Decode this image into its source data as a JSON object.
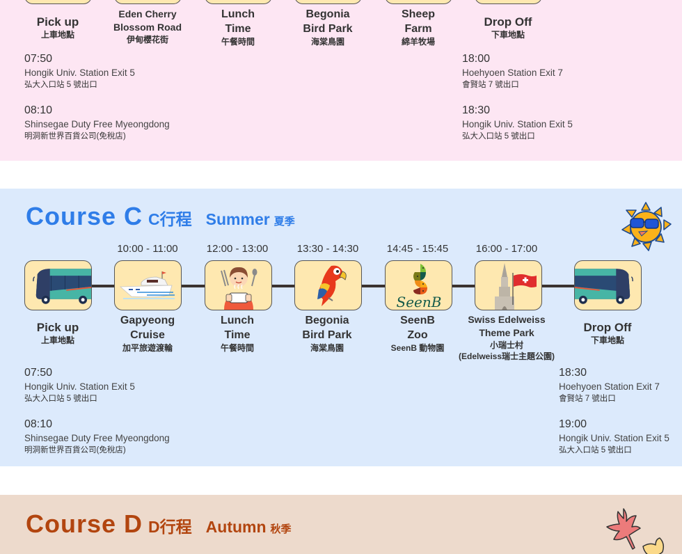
{
  "course_b": {
    "stops": [
      {
        "en": "Pick up",
        "zh": "上車地點"
      },
      {
        "en1": "Eden Cherry",
        "en2": "Blossom Road",
        "zh": "伊甸櫻花街"
      },
      {
        "en1": "Lunch",
        "en2": "Time",
        "zh": "午餐時間"
      },
      {
        "en1": "Begonia",
        "en2": "Bird Park",
        "zh": "海棠鳥園"
      },
      {
        "en1": "Sheep",
        "en2": "Farm",
        "zh": "綿羊牧場"
      },
      {
        "en": "Drop Off",
        "zh": "下車地點"
      }
    ],
    "pickup_points": [
      {
        "time": "07:50",
        "en": "Hongik Univ. Station Exit 5",
        "zh": "弘大入口站 5 號出口"
      },
      {
        "time": "08:10",
        "en": "Shinsegae Duty Free Myeongdong",
        "zh": "明洞新世界百貨公司(免稅店)"
      }
    ],
    "dropoff_points": [
      {
        "time": "18:00",
        "en": "Hoehyoen Station Exit 7",
        "zh": "會賢站 7 號出口"
      },
      {
        "time": "18:30",
        "en": "Hongik Univ. Station Exit 5",
        "zh": "弘大入口站 5 號出口"
      }
    ]
  },
  "course_c": {
    "title": "Course C",
    "title_zh": "C行程",
    "season": "Summer",
    "season_zh": "夏季",
    "accent_color": "#2f7de8",
    "season_icon": "sun-with-sunglasses-icon",
    "stops": [
      {
        "time": "",
        "icon": "bus-icon",
        "en": "Pick up",
        "zh": "上車地點"
      },
      {
        "time": "10:00 - 11:00",
        "icon": "yacht-icon",
        "en1": "Gapyeong",
        "en2": "Cruise",
        "zh": "加平旅遊渡輪"
      },
      {
        "time": "12:00 - 13:00",
        "icon": "lunch-person-icon",
        "en1": "Lunch",
        "en2": "Time",
        "zh": "午餐時間"
      },
      {
        "time": "13:30 - 14:30",
        "icon": "parrot-icon",
        "en1": "Begonia",
        "en2": "Bird Park",
        "zh": "海棠鳥園"
      },
      {
        "time": "14:45 - 15:45",
        "icon": "seenb-logo-icon",
        "en1": "SeenB",
        "en2": "Zoo",
        "zh": "SeenB 動物園"
      },
      {
        "time": "16:00 - 17:00",
        "icon": "swiss-church-flag-icon",
        "en1": "Swiss Edelweiss",
        "en2": "Theme Park",
        "zh": "小瑞士村",
        "zh2": "(Edelweiss瑞士主題公園)"
      },
      {
        "time": "",
        "icon": "bus-icon",
        "en": "Drop Off",
        "zh": "下車地點"
      }
    ],
    "pickup_points": [
      {
        "time": "07:50",
        "en": "Hongik Univ. Station Exit 5",
        "zh": "弘大入口站 5 號出口"
      },
      {
        "time": "08:10",
        "en": "Shinsegae Duty Free Myeongdong",
        "zh": "明洞新世界百貨公司(免稅店)"
      }
    ],
    "dropoff_points": [
      {
        "time": "18:30",
        "en": "Hoehyoen Station Exit 7",
        "zh": "會賢站 7 號出口"
      },
      {
        "time": "19:00",
        "en": "Hongik Univ. Station Exit 5",
        "zh": "弘大入口站 5 號出口"
      }
    ]
  },
  "course_d": {
    "title": "Course D",
    "title_zh": "D行程",
    "season": "Autumn",
    "season_zh": "秋季",
    "accent_color": "#b2450f",
    "season_icon": "autumn-leaves-icon"
  },
  "colors": {
    "course_b_bg": "#fde6f3",
    "course_c_bg": "#dceafc",
    "course_d_bg": "#eddacc",
    "stop_box_bg": "#fee8b0"
  }
}
